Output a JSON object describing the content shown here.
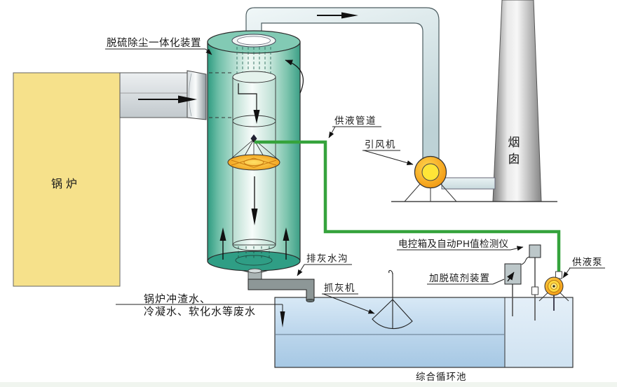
{
  "diagram": {
    "labels": {
      "integrated_device": "脱硫除尘一体化装置",
      "boiler": "锅炉",
      "supply_pipe": "供液管道",
      "induced_draft_fan": "引风机",
      "chimney": "烟囱",
      "ash_drain_ditch": "排灰水沟",
      "waste_water_line1": "锅炉冲渣水、",
      "waste_water_line2": "冷凝水、软化水等废水",
      "ash_grabber": "抓灰机",
      "control_box_ph": "电控箱及自动PH值检测仪",
      "dosing_device": "加脱硫剂装置",
      "supply_pump": "供液泵",
      "circulation_pool": "综合循环池"
    },
    "colors": {
      "boiler_yellow": "#f6e18b",
      "tower_teal": "#3fa98e",
      "pipe_green": "#35a33c",
      "fan_orange": "#f5a11c",
      "fan_yellow": "#ffe43a",
      "chimney_gray": "#c9c9c9",
      "duct_gray": "#ccd9dc",
      "drain_gray": "#8d9797",
      "pool_blue": "#aecde7",
      "pool_light_blue": "#dcebf5",
      "box_gray": "#bcc7c9"
    }
  }
}
